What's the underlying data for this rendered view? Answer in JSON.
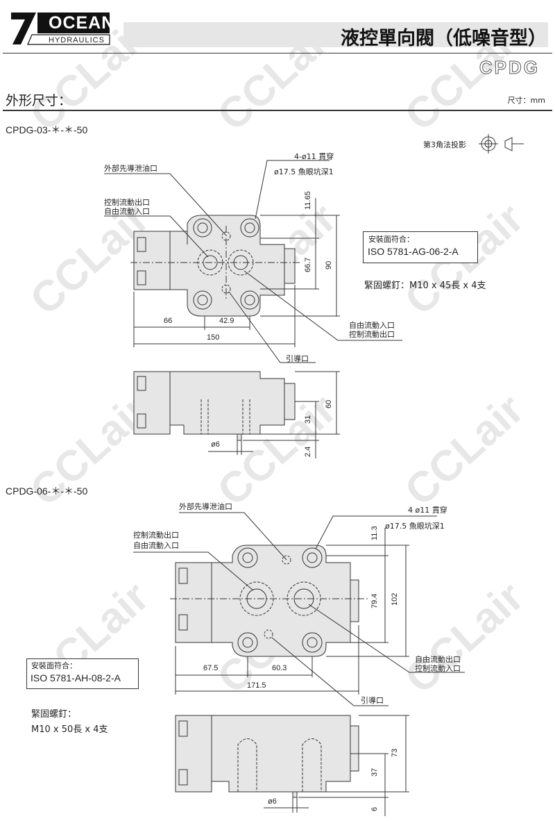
{
  "brand": {
    "logo_top": "OCEAN",
    "logo_bottom": "HYDRAULICS"
  },
  "header": {
    "title": "液控單向閥（低噪音型）",
    "model": "CPDG"
  },
  "section": {
    "title": "外形尺寸：",
    "unit": "尺寸：mm"
  },
  "projection": {
    "label": "第3角法投影"
  },
  "watermark": "CCLair",
  "drawing1": {
    "model": "CPDG-03-＊-＊-50",
    "labels": {
      "drain": "外部先導泄油口",
      "ctrl_out": "控制流動出口",
      "free_in": "自由流動入口",
      "bolt": "4-ø11 貫穿",
      "spotface": "ø17.5 魚眼坑深1",
      "free_in_r": "自由流動入口",
      "ctrl_out_r": "控制流動出口",
      "pilot": "引導口"
    },
    "iso_label": "安裝面符合：",
    "iso_value": "ISO 5781-AG-06-2-A",
    "screws": "緊固螺釘：M10 x 45長 x 4支",
    "dims": {
      "d1": "11.65",
      "d2": "66.7",
      "d3": "90",
      "d4": "66",
      "d5": "42.9",
      "d6": "150",
      "d7": "60",
      "d8": "31",
      "d9": "2.4",
      "d10": "ø6"
    }
  },
  "drawing2": {
    "model": "CPDG-06-＊-＊-50",
    "labels": {
      "drain": "外部先導泄油口",
      "ctrl_out": "控制流動出口",
      "free_in": "自由流動入口",
      "bolt": "4 ø11 貫穿",
      "spotface": "ø17.5 魚眼坑深1",
      "free_out_r": "自由流動出口",
      "ctrl_in_r": "控制流動入口",
      "pilot": "引導口"
    },
    "iso_label": "安裝面符合：",
    "iso_value": "ISO 5781-AH-08-2-A",
    "screws_label": "緊固螺釘：",
    "screws_value": "M10 x 50長 x 4支",
    "dims": {
      "d1": "11.3",
      "d2": "79.4",
      "d3": "102",
      "d4": "67.5",
      "d5": "60.3",
      "d6": "171.5",
      "d7": "73",
      "d8": "37",
      "d9": "6",
      "d10": "ø6"
    }
  }
}
